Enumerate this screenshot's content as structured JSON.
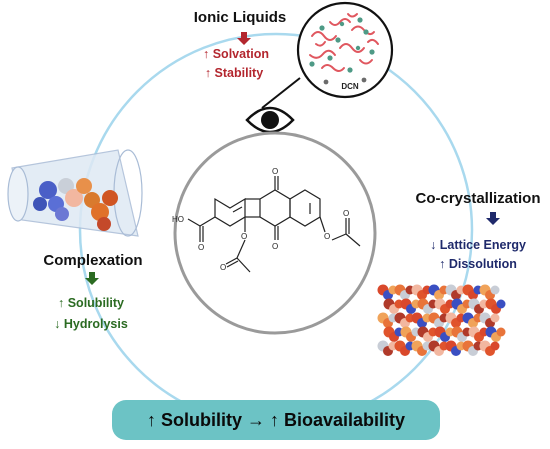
{
  "ionic": {
    "title": "Ionic Liquids",
    "line1": "↑ Solvation",
    "line2": "↑ Stability",
    "bubble_label": "DCN"
  },
  "cocrystal": {
    "title": "Co-crystallization",
    "line1": "↓ Lattice Energy",
    "line2": "↑ Dissolution"
  },
  "complexation": {
    "title": "Complexation",
    "line1": "↑  Solubility",
    "line2": "↓ Hydrolysis"
  },
  "molecule": {
    "atom_o_top": "O",
    "atom_o_mid": "O",
    "atom_o_ring": "O",
    "atom_o_ring2": "O",
    "atom_ho": "HO",
    "atom_o_acid": "O",
    "atom_o_ester1": "O",
    "atom_o_ester2": "O"
  },
  "banner": {
    "text": "↑ Solubility → ↑ Bioavailability"
  },
  "icons": [
    "eye-icon",
    "arrow-down-icon",
    "cyclodextrin-cone",
    "crystal-lattice",
    "molecule-structure"
  ],
  "colors": {
    "cycle_ring": "#a9d9ee",
    "center_ring": "#9a9a9a",
    "banner_bg": "#6cc3c5",
    "red": "#b3262e",
    "navy": "#1f2a6b",
    "green": "#2b6b22"
  }
}
